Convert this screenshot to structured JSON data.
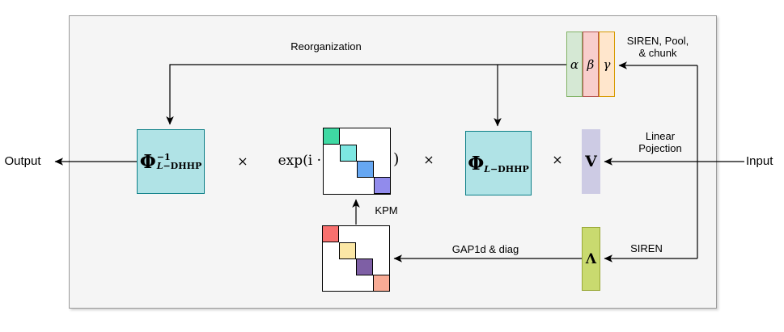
{
  "labels": {
    "output": "Output",
    "input": "Input",
    "reorganization": "Reorganization",
    "siren_pool_line1": "SIREN, Pool,",
    "siren_pool_line2": "& chunk",
    "linear_line1": "Linear",
    "linear_line2": "Pojection",
    "kpm": "KPM",
    "gap1d": "GAP1d & diag",
    "siren": "SIREN"
  },
  "math": {
    "times": "×",
    "exp_open": "exp(i ·",
    "exp_close": ")",
    "phi_inv": {
      "symbol": "Φ",
      "sup": "−1",
      "sub_italic": "L",
      "sub_rest": "−DHHP"
    },
    "phi": {
      "symbol": "Φ",
      "sub_italic": "L",
      "sub_rest": "−DHHP"
    },
    "v": "V",
    "lambda": "Λ",
    "alpha": "α",
    "beta": "β",
    "gamma": "γ"
  },
  "colors": {
    "panel_bg": "#f5f5f5",
    "panel_border": "#999999",
    "phi_fill": "#b0e3e6",
    "phi_border": "#0e8088",
    "v_fill": "#cdcbe4",
    "v_border": "#7b78ab",
    "lambda_fill": "#c9da6f",
    "lambda_border": "#9aa838",
    "alpha_fill": "#d5e8d4",
    "alpha_border": "#82b366",
    "beta_fill": "#f8cecc",
    "beta_border": "#b85450",
    "gamma_fill": "#ffe6cc",
    "gamma_border": "#d79b00"
  },
  "matrices": {
    "exp": {
      "blocks": [
        {
          "color": "#3fd9a3"
        },
        {
          "color": "#7de7e2"
        },
        {
          "color": "#66a7f2"
        },
        {
          "color": "#918bec"
        }
      ]
    },
    "kpm": {
      "blocks": [
        {
          "color": "#f8706e"
        },
        {
          "color": "#fbe7a5"
        },
        {
          "color": "#7e5fa5"
        },
        {
          "color": "#f8ab95"
        }
      ]
    }
  }
}
